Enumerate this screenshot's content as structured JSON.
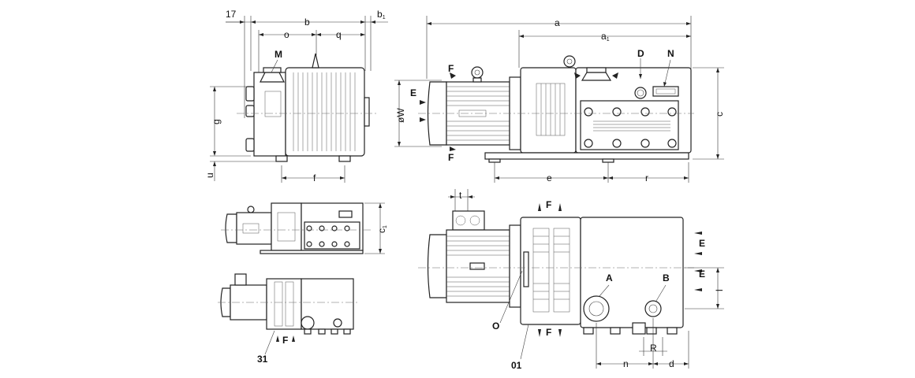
{
  "dimensions": {
    "a": "a",
    "a1_base": "a",
    "a1_sub": "1",
    "b": "b",
    "b1_base": "b",
    "b1_sub": "1",
    "seventeen": "17",
    "o": "o",
    "q": "q",
    "g": "g",
    "u": "u",
    "f": "f",
    "e": "e",
    "r": "r",
    "c": "c",
    "c1_base": "c",
    "c1_sub": "1",
    "ow": "øW",
    "t": "t",
    "l": "l",
    "n": "n",
    "d": "d",
    "R": "R"
  },
  "labels": {
    "M": "M",
    "D": "D",
    "N": "N",
    "E": "E",
    "F": "F",
    "A": "A",
    "B": "B",
    "O": "O",
    "01": "01",
    "31": "31"
  },
  "colors": {
    "line": "#222222",
    "background": "#ffffff"
  }
}
